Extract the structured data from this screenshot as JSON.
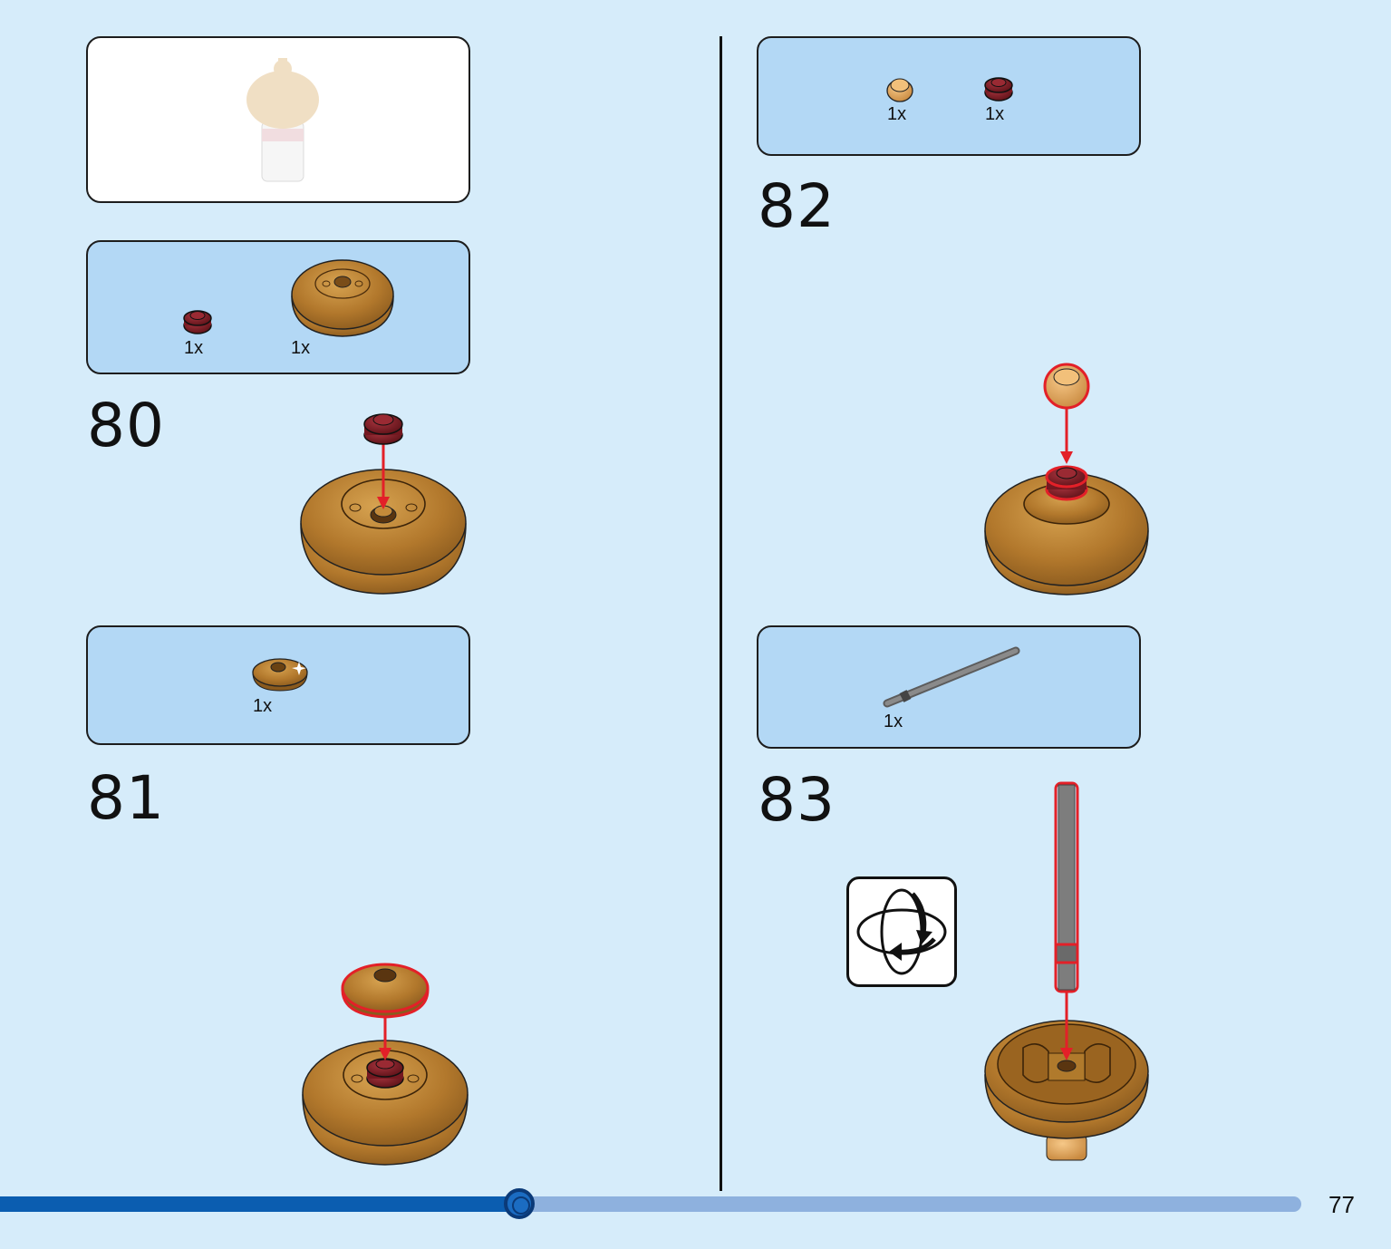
{
  "page": {
    "number": "77"
  },
  "progress": {
    "fraction": 0.399
  },
  "steps": [
    {
      "number": "80",
      "parts": [
        {
          "qty": "1x",
          "part": "dark-red-round-plate"
        },
        {
          "qty": "1x",
          "part": "wood-dome"
        }
      ]
    },
    {
      "number": "81",
      "parts": [
        {
          "qty": "1x",
          "part": "wood-round-tile"
        }
      ]
    },
    {
      "number": "82",
      "parts": [
        {
          "qty": "1x",
          "part": "wood-round-brick"
        },
        {
          "qty": "1x",
          "part": "dark-red-round-plate"
        }
      ]
    },
    {
      "number": "83",
      "parts": [
        {
          "qty": "1x",
          "part": "grey-bar"
        }
      ]
    }
  ],
  "icons": {
    "rotate": "rotate-model-icon"
  },
  "colors": {
    "wood": "#b07a2c",
    "dark_red": "#7a1a22",
    "highlight": "#e32028",
    "bar_grey": "#7d7d7d",
    "panel": "#b3d8f5",
    "background": "#d6ecfa",
    "progress_fill": "#0b5db0",
    "progress_track": "#8eb1de"
  }
}
